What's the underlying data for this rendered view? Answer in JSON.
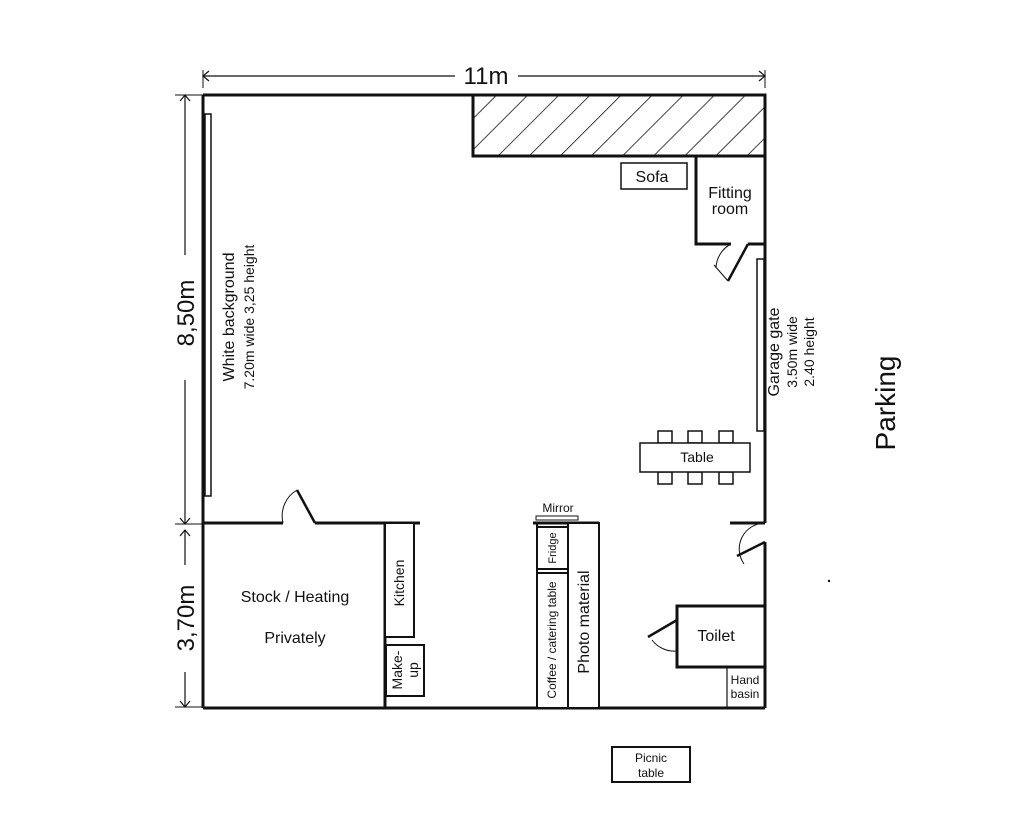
{
  "dimensions": {
    "width": "11m",
    "height_main": "8,50m",
    "height_lower": "3,70m"
  },
  "rooms": {
    "white_background": {
      "title": "White background",
      "sub": "7.20m wide 3,25 height"
    },
    "garage_gate": {
      "title": "Garage gate",
      "sub1": "3.50m wide",
      "sub2": "2.40 height"
    },
    "fitting_room": {
      "line1": "Fitting",
      "line2": "room"
    },
    "sofa": "Sofa",
    "table": "Table",
    "mirror": "Mirror",
    "fridge": "Fridge",
    "coffee_table": "Coffee / catering table",
    "photo_material": "Photo material",
    "toilet": "Toilet",
    "hand_basin": {
      "line1": "Hand",
      "line2": "basin"
    },
    "stock": {
      "line1": "Stock / Heating",
      "line2": "Privately"
    },
    "kitchen": "Kitchen",
    "makeup": {
      "line1": "Make-",
      "line2": "up"
    },
    "picnic_table": {
      "line1": "Picnic",
      "line2": "table"
    },
    "parking": "Parking"
  }
}
